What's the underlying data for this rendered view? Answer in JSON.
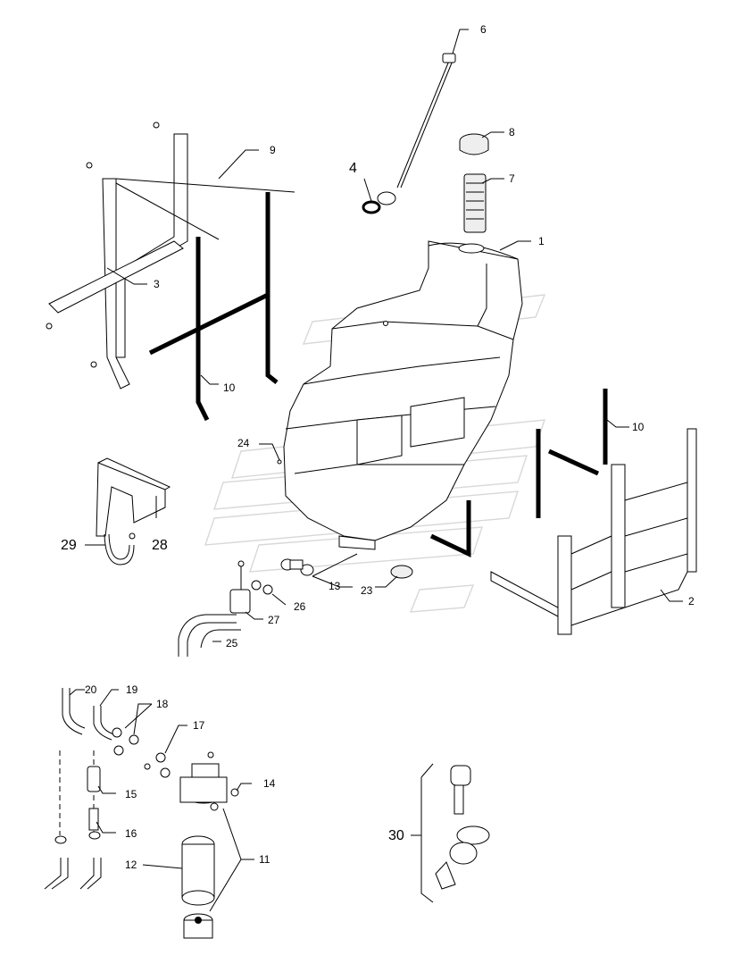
{
  "callouts": {
    "c1": "1",
    "c2": "2",
    "c3": "3",
    "c4": "4",
    "c6": "6",
    "c7": "7",
    "c8": "8",
    "c9": "9",
    "c10a": "10",
    "c10b": "10",
    "c11": "11",
    "c12": "12",
    "c13": "13",
    "c14": "14",
    "c15": "15",
    "c16": "16",
    "c17": "17",
    "c18": "18",
    "c19": "19",
    "c20": "20",
    "c23": "23",
    "c24": "24",
    "c25": "25",
    "c26": "26",
    "c27": "27",
    "c28": "28",
    "c29": "29",
    "c30": "30"
  }
}
